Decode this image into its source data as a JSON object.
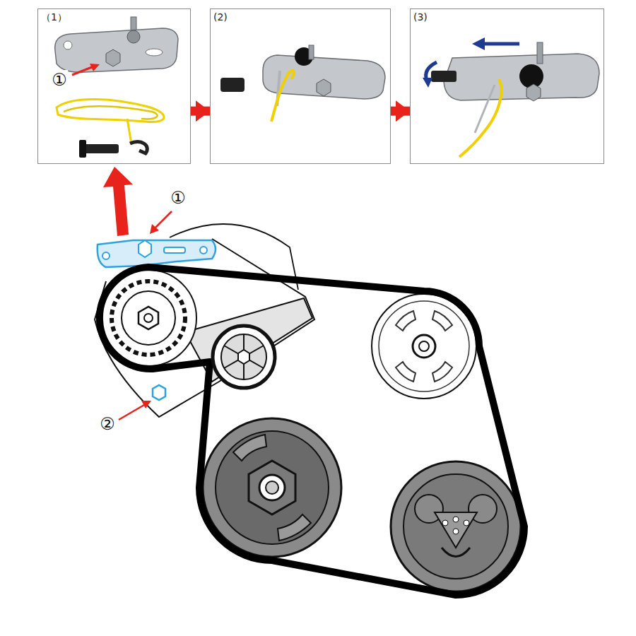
{
  "diagram": {
    "nodes": [
      {
        "text": [
          "（1）"
        ]
      },
      {
        "text": [
          "(2)"
        ]
      },
      {
        "text": [
          "(3)"
        ]
      }
    ],
    "edges": [
      {
        "from": 0,
        "to": 1,
        "arrow": "to"
      },
      {
        "from": 1,
        "to": 2,
        "arrow": "to"
      }
    ],
    "labels": [
      "①",
      "①",
      "②"
    ]
  }
}
